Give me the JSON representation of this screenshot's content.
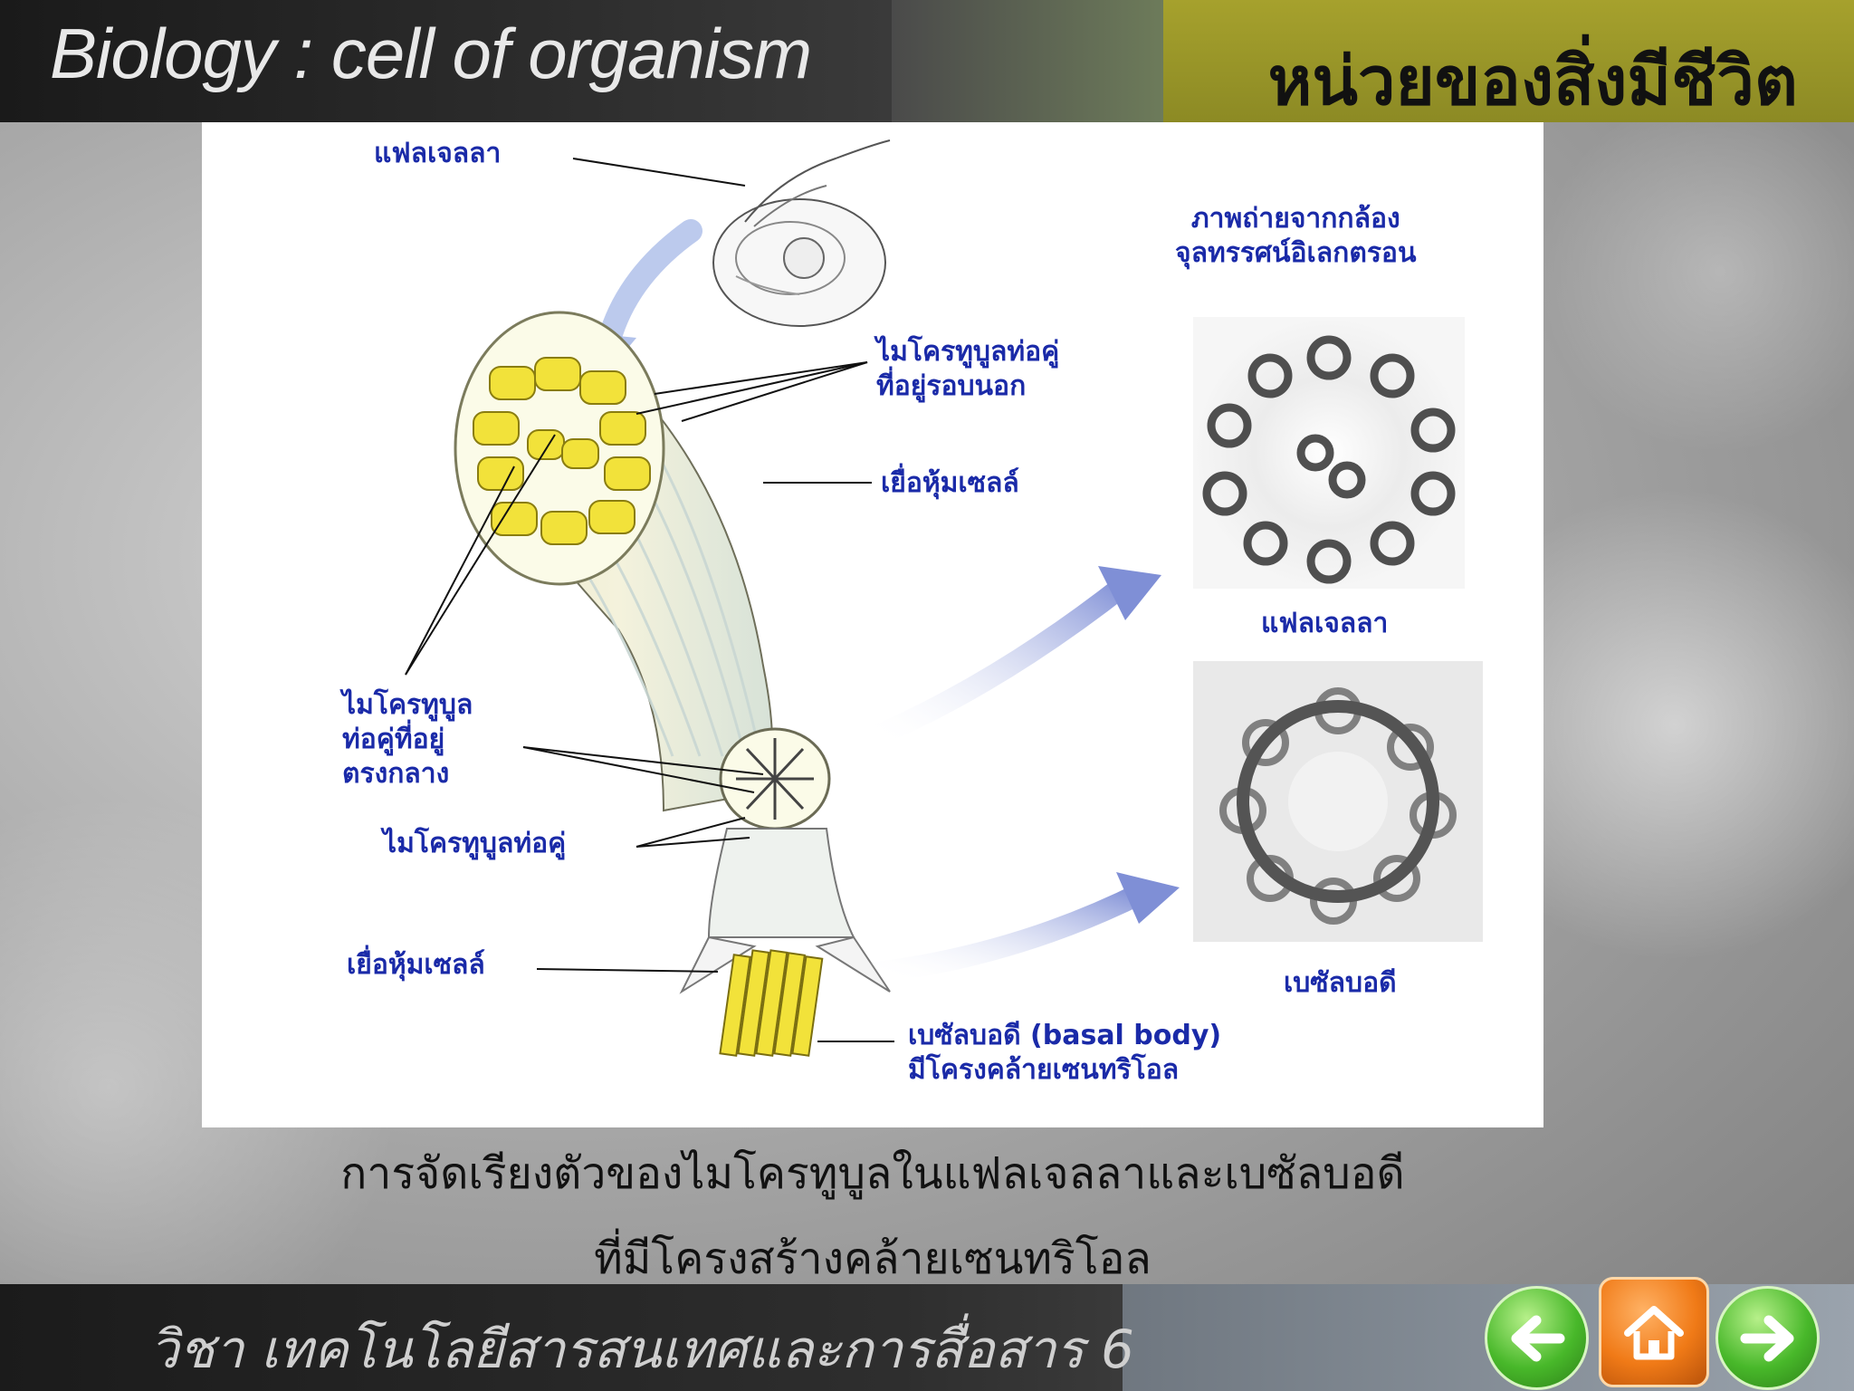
{
  "header": {
    "app_title": "Biology : cell of organism",
    "page_title": "หน่วยของสิ่งมีชีวิต"
  },
  "figure": {
    "labels": {
      "flagella_top": "แฟลเจลลา",
      "em_photo": "ภาพถ่ายจากกล้อง\nจุลทรรศน์อิเลกตรอน",
      "outer_doublets": "ไมโครทูบูลท่อคู่\nที่อยู่รอบนอก",
      "cell_membrane_1": "เยื่อหุ้มเซลล์",
      "central_pair": "ไมโครทูบูล\nท่อคู่ที่อยู่\nตรงกลาง",
      "doublet": "ไมโครทูบูลท่อคู่",
      "cell_membrane_2": "เยื่อหุ้มเซลล์",
      "basal_body_desc": "เบซัลบอดี (basal body)\nมีโครงคล้ายเซนทริโอล",
      "flagella_em": "แฟลเจลลา",
      "basal_body_em": "เบซัลบอดี"
    }
  },
  "caption": {
    "line1": "การจัดเรียงตัวของไมโครทูบูลในแฟลเจลลาและเบซัลบอดี",
    "line2": "ที่มีโครงสร้างคล้ายเซนทริโอล"
  },
  "footer": {
    "course": "วิชา เทคโนโลยีสารสนเทศและการสื่อสาร 6"
  },
  "nav": {
    "prev_icon": "arrow-left-icon",
    "home_icon": "home-icon",
    "next_icon": "arrow-right-icon"
  },
  "colors": {
    "label_blue": "#1a2aa8",
    "header_olive": "#a6a12d",
    "tubule_yellow": "#f2e23a"
  }
}
